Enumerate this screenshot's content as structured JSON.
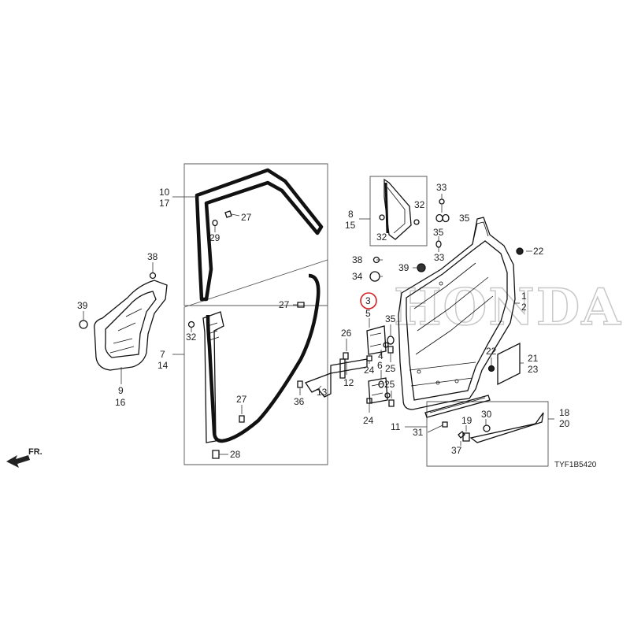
{
  "diagram": {
    "direction_label": "FR.",
    "diagram_code": "TYF1B5420",
    "watermark_text": "HONDA",
    "highlight_color": "#d62020",
    "highlighted_part": "3"
  },
  "callouts": {
    "c1": "1",
    "c2": "2",
    "c3": "3",
    "c4": "4",
    "c5": "5",
    "c6": "6",
    "c7": "7",
    "c8": "8",
    "c9": "9",
    "c10": "10",
    "c11": "11",
    "c12": "12",
    "c13": "13",
    "c14": "14",
    "c15": "15",
    "c16": "16",
    "c17": "17",
    "c18": "18",
    "c19": "19",
    "c20": "20",
    "c21": "21",
    "c22": "22",
    "c23": "23",
    "c24": "24",
    "c25": "25",
    "c26": "26",
    "c27": "27",
    "c28": "28",
    "c29": "29",
    "c30": "30",
    "c31": "31",
    "c32": "32",
    "c33": "33",
    "c34": "34",
    "c35": "35",
    "c36": "36",
    "c37": "37",
    "c38": "38",
    "c39": "39"
  }
}
